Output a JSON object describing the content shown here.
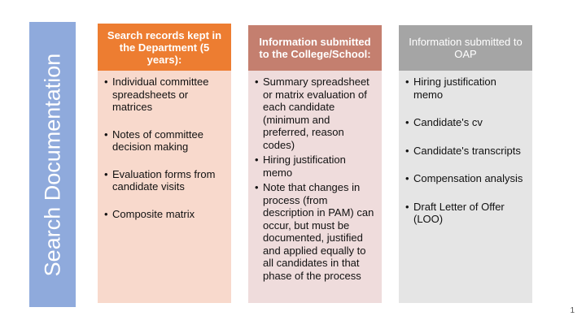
{
  "side_title": "Search Documentation",
  "columns": [
    {
      "header": "Search records kept in the Department (5 years):",
      "items": [
        "Individual committee spreadsheets or matrices",
        "Notes of committee decision making",
        "Evaluation forms from candidate visits",
        "Composite matrix"
      ]
    },
    {
      "header": "Information submitted to the College/School:",
      "items": [
        "Summary spreadsheet or matrix evaluation of each candidate (minimum and preferred, reason codes)",
        "Hiring justification memo",
        "Note that changes in process (from description in PAM) can occur, but must be documented, justified and applied equally to all candidates in that phase of the process"
      ]
    },
    {
      "header": "Information submitted to OAP",
      "items": [
        "Hiring justification memo",
        "Candidate's cv",
        "Candidate's transcripts",
        "Compensation analysis",
        "Draft Letter of Offer (LOO)"
      ]
    }
  ],
  "page_number": "1"
}
